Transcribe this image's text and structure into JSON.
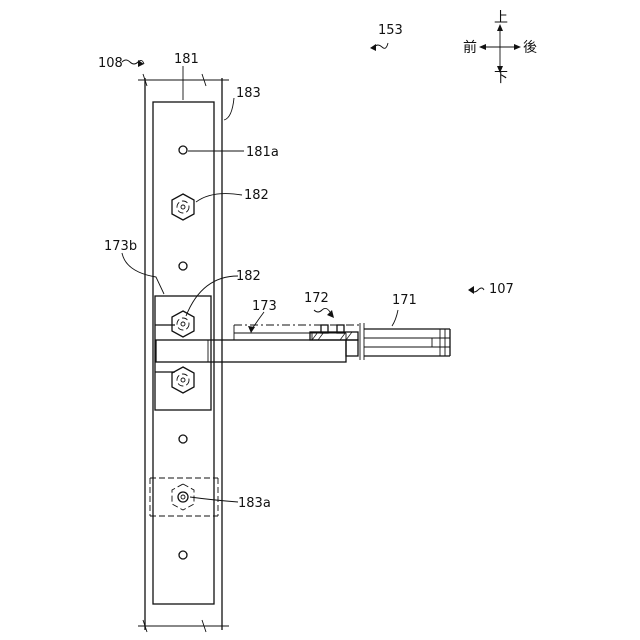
{
  "labels": {
    "l108": "108",
    "l181": "181",
    "l183": "183",
    "l181a": "181a",
    "l182a": "182",
    "l173b": "173b",
    "l182b": "182",
    "l173": "173",
    "l172": "172",
    "l171": "171",
    "l107": "107",
    "l153": "153",
    "l183a": "183a"
  },
  "directions": {
    "up": "上",
    "down": "下",
    "front": "前",
    "back": "後"
  }
}
